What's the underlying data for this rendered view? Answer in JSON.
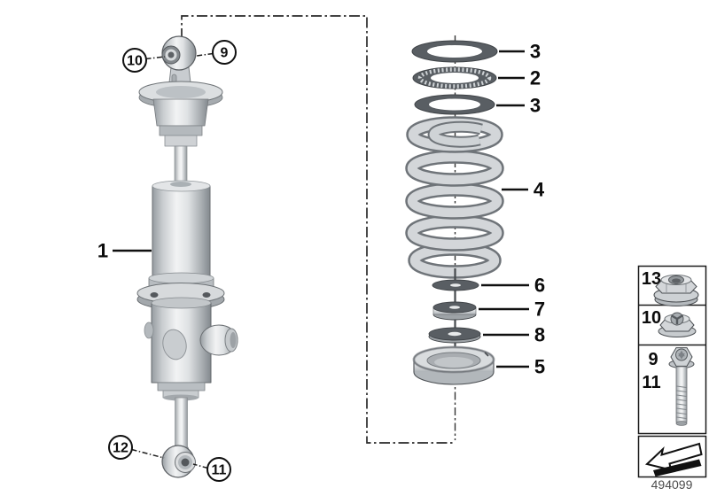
{
  "diagram": {
    "part_number": "494099",
    "callouts": {
      "damper": "1",
      "washer_upper_top": "3",
      "support_bearing": "2",
      "washer_upper_bottom": "3",
      "coil_spring": "4",
      "spring_pad": "5",
      "washer_small": "6",
      "washer_thick": "7",
      "washer_wide": "8",
      "upper_ball_joint": "9",
      "upper_nut": "10",
      "lower_screw": "11",
      "lower_ball_joint": "12"
    },
    "legend": {
      "nut_large_label": "13",
      "nut_small_label": "10",
      "screw_label_a": "9",
      "screw_label_b": "11"
    },
    "colors": {
      "outline": "#1f2224",
      "metal_light": "#eceeef",
      "metal_mid": "#c6cacd",
      "metal_dark": "#8d9297",
      "washer_dark": "#595e63",
      "label_text": "#0c0c0c",
      "part_number_text": "#4c4c4c",
      "background": "#ffffff"
    }
  }
}
